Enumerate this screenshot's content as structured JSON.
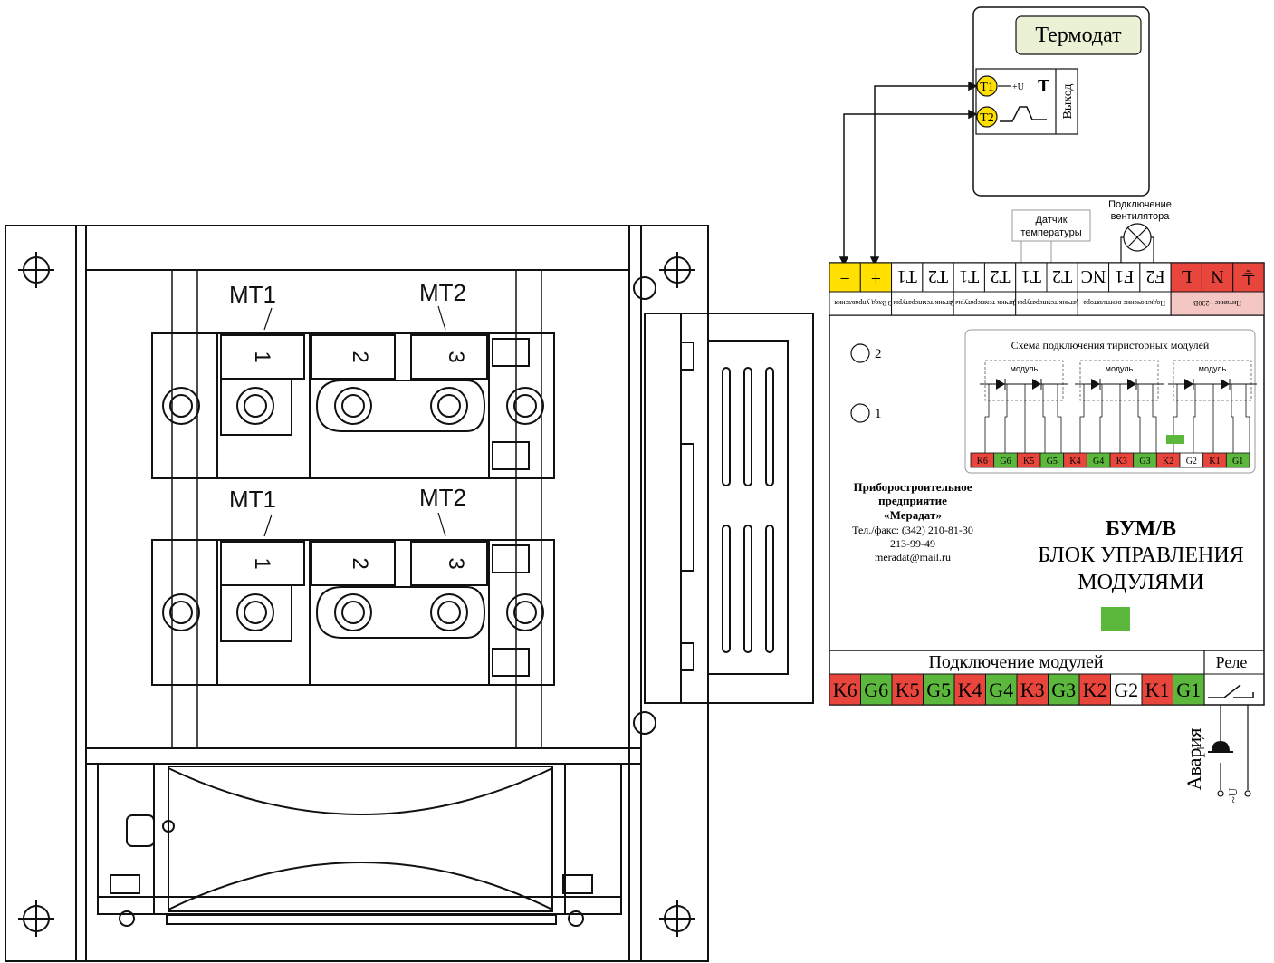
{
  "thermostat": {
    "title": "Термодат",
    "t1": "T1",
    "t2": "T2",
    "plus_u": "+U",
    "t_symbol": "T",
    "output": "Выход"
  },
  "sensor_callout": [
    "Датчик",
    "температуры"
  ],
  "fan_callout": [
    "Подключение",
    "вентилятора"
  ],
  "top_terminals": [
    {
      "label": "−",
      "color": "#ffe000"
    },
    {
      "label": "+",
      "color": "#ffe000"
    },
    {
      "label": "T1",
      "color": "#ffffff"
    },
    {
      "label": "T2",
      "color": "#ffffff"
    },
    {
      "label": "T1",
      "color": "#ffffff"
    },
    {
      "label": "T2",
      "color": "#ffffff"
    },
    {
      "label": "T1",
      "color": "#ffffff"
    },
    {
      "label": "T2",
      "color": "#ffffff"
    },
    {
      "label": "NC",
      "color": "#ffffff"
    },
    {
      "label": "F1",
      "color": "#ffffff"
    },
    {
      "label": "F2",
      "color": "#ffffff"
    },
    {
      "label": "L",
      "color": "#e8453c"
    },
    {
      "label": "N",
      "color": "#e8453c"
    },
    {
      "label": "⏚",
      "color": "#e8453c"
    }
  ],
  "top_groups": [
    {
      "text": "Вход управления"
    },
    {
      "text": "Датчик температуры 3"
    },
    {
      "text": "Датчик температуры 2"
    },
    {
      "text": "Датчик температуры 1"
    },
    {
      "text": "Подключение вентилятора"
    },
    {
      "text": "Питание ~230В"
    }
  ],
  "indicators": [
    "2",
    "1"
  ],
  "scheme": {
    "title": "Схема подключения тиристорных модулей",
    "module_label": "модуль",
    "terminals": [
      {
        "label": "K6",
        "color": "#e8453c"
      },
      {
        "label": "G6",
        "color": "#5cb83c"
      },
      {
        "label": "K5",
        "color": "#e8453c"
      },
      {
        "label": "G5",
        "color": "#5cb83c"
      },
      {
        "label": "K4",
        "color": "#e8453c"
      },
      {
        "label": "G4",
        "color": "#5cb83c"
      },
      {
        "label": "K3",
        "color": "#e8453c"
      },
      {
        "label": "G3",
        "color": "#5cb83c"
      },
      {
        "label": "K2",
        "color": "#e8453c"
      },
      {
        "label": "G2",
        "color": "#ffffff"
      },
      {
        "label": "K1",
        "color": "#e8453c"
      },
      {
        "label": "G1",
        "color": "#5cb83c"
      }
    ]
  },
  "company": {
    "line1": "Приборостроительное",
    "line2": "предприятие",
    "line3": "«Мерадат»",
    "phone1": "Тел./факс: (342) 210-81-30",
    "phone2": "213-99-49",
    "email": "meradat@mail.ru"
  },
  "device": {
    "model": "БУМ/В",
    "name1": "БЛОК УПРАВЛЕНИЯ",
    "name2": "МОДУЛЯМИ"
  },
  "bottom": {
    "modules_header": "Подключение модулей",
    "relay_header": "Реле",
    "terminals": [
      {
        "label": "K6",
        "color": "#e8453c"
      },
      {
        "label": "G6",
        "color": "#5cb83c"
      },
      {
        "label": "K5",
        "color": "#e8453c"
      },
      {
        "label": "G5",
        "color": "#5cb83c"
      },
      {
        "label": "K4",
        "color": "#e8453c"
      },
      {
        "label": "G4",
        "color": "#5cb83c"
      },
      {
        "label": "K3",
        "color": "#e8453c"
      },
      {
        "label": "G3",
        "color": "#5cb83c"
      },
      {
        "label": "K2",
        "color": "#e8453c"
      },
      {
        "label": "G2",
        "color": "#ffffff"
      },
      {
        "label": "K1",
        "color": "#e8453c"
      },
      {
        "label": "G1",
        "color": "#5cb83c"
      }
    ]
  },
  "alarm": {
    "label": "Авария",
    "supply": "~U"
  },
  "mounting": {
    "upper_left": "MT1",
    "upper_right": "MT2",
    "lower_left": "MT1",
    "lower_right": "MT2",
    "terminal_numbers": [
      "1",
      "2",
      "3"
    ]
  },
  "colors": {
    "green_led": "#5cb83c",
    "red": "#e8453c",
    "yellow": "#ffe000",
    "green": "#5cb83c"
  }
}
